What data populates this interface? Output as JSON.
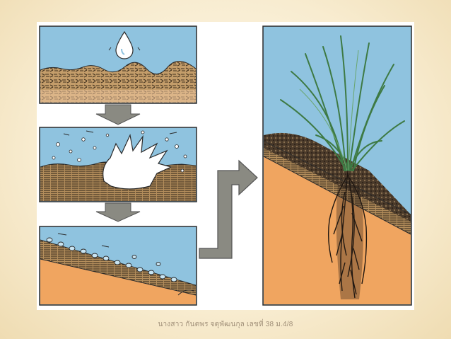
{
  "slide": {
    "caption": "นางสาว กันตพร จตุพัฒนกุล เลขที่ 38 ม.4/8"
  },
  "figure": {
    "stages": [
      "raindrop",
      "splash",
      "runoff",
      "plant-roots"
    ],
    "colors": {
      "sky": "#8fc3df",
      "soil_band": "#b99463",
      "subsoil": "#f0a560",
      "arrow": "#8a8a82",
      "grass": "#4d8a52"
    }
  }
}
